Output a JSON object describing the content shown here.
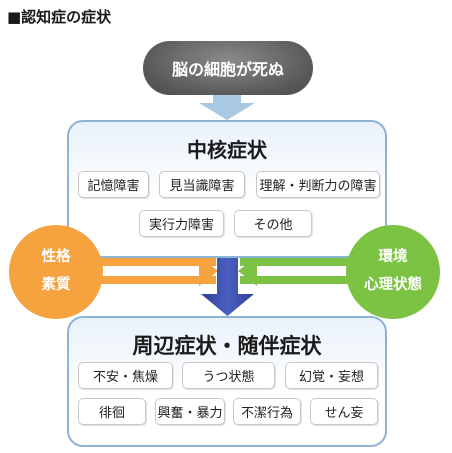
{
  "heading": "■認知症の症状",
  "cause": "脳の細胞が死ぬ",
  "core": {
    "title": "中核症状",
    "items": [
      "記憶障害",
      "見当識障害",
      "理解・判断力の障害",
      "実行力障害",
      "その他"
    ]
  },
  "peripheral": {
    "title": "周辺症状・随伴症状",
    "items": [
      "不安・焦燥",
      "うつ状態",
      "幻覚・妄想",
      "徘徊",
      "興奮・暴力",
      "不潔行為",
      "せん妄"
    ]
  },
  "factors": {
    "left": {
      "line1": "性格",
      "line2": "素質"
    },
    "right": {
      "line1": "環境",
      "line2": "心理状態"
    }
  },
  "colors": {
    "cause_gray": "#5a5a5a",
    "down_arrow_light": "#a9c8e2",
    "down_arrow_dark": "#3b4fa8",
    "orange": "#f5a23f",
    "green": "#7cc243",
    "box_border": "#8fb3d4"
  }
}
